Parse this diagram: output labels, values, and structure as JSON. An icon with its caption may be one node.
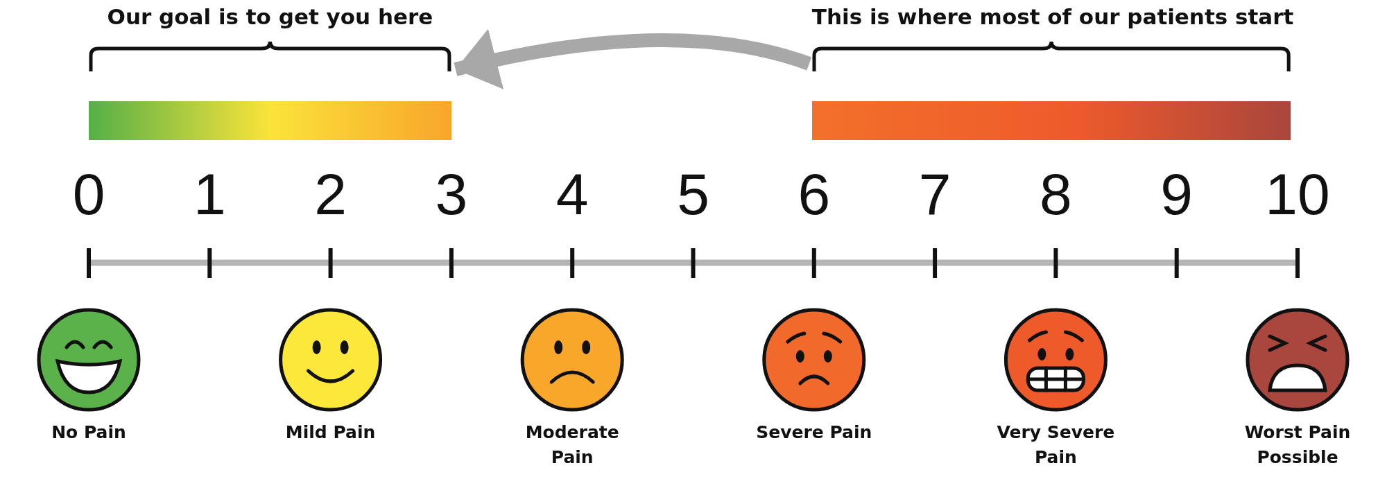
{
  "diagram": {
    "nodes": [
      {
        "text": [
          "Our goal is to get you here"
        ]
      },
      {
        "text": [
          "This is where most of our patients start"
        ]
      },
      {
        "text": [],
        "shape": "bar"
      },
      {
        "text": [],
        "shape": "bar"
      }
    ],
    "edges": [
      {
        "from": 1,
        "to": 0,
        "arrow": "to"
      }
    ],
    "labels": [
      "0",
      "1",
      "2",
      "3",
      "4",
      "5",
      "6",
      "7",
      "8",
      "9",
      "10",
      "No Pain",
      "Mild Pain",
      "Moderate Pain",
      "Severe Pain",
      "Very Severe Pain",
      "Worst Pain Possible"
    ]
  }
}
